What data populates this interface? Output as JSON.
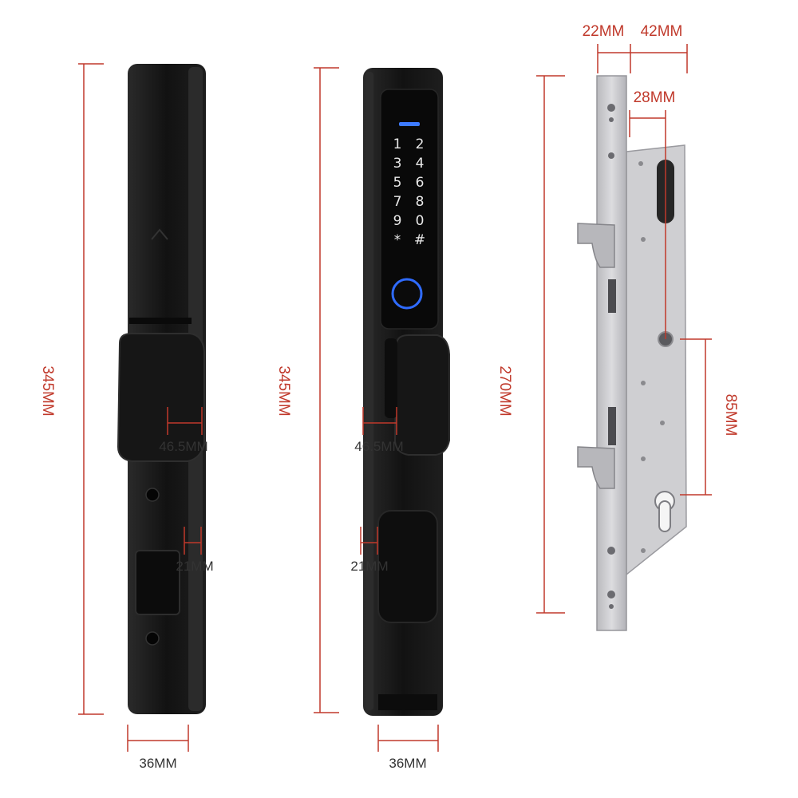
{
  "colors": {
    "dimension_line": "#c0392b",
    "lock_body": "#141414",
    "mortise_steel": "#c9c9cc",
    "keypad_glow": "#3d7bff",
    "fingerprint_ring": "#2f6bff"
  },
  "icons": {
    "front_lock": "smart-lock-front-icon",
    "side_lock": "smart-lock-side-icon",
    "mortise": "mortise-lock-body-icon"
  },
  "front_view": {
    "height_label": "345MM",
    "handle_label": "46.5MM",
    "gap_label": "21MM",
    "width_label": "36MM"
  },
  "keypad_view": {
    "height_label": "345MM",
    "handle_label": "46.5MM",
    "gap_label": "21MM",
    "width_label": "36MM",
    "keys": [
      "1",
      "2",
      "3",
      "4",
      "5",
      "6",
      "7",
      "8",
      "9",
      "0",
      "*",
      "#"
    ]
  },
  "mortise_view": {
    "faceplate_label": "22MM",
    "case_label": "42MM",
    "backset_label": "28MM",
    "height_label": "270MM",
    "center_label": "85MM"
  }
}
